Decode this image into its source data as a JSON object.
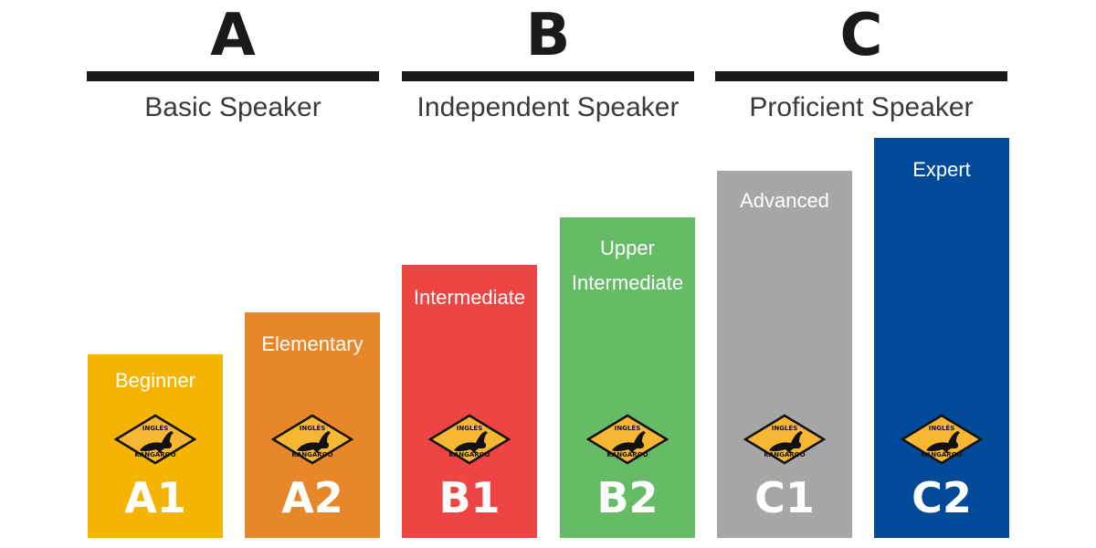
{
  "groups": [
    {
      "letter": "A",
      "label": "Basic Speaker"
    },
    {
      "letter": "B",
      "label": "Independent Speaker"
    },
    {
      "letter": "C",
      "label": "Proficient Speaker"
    }
  ],
  "logo": {
    "top_text": "INGLÉS",
    "bottom_text": "KANGAROO",
    "fill": "#f7b733"
  },
  "levels": [
    {
      "code": "A1",
      "name": "Beginner",
      "color": "#f5b400",
      "height_rank": 1
    },
    {
      "code": "A2",
      "name": "Elementary",
      "color": "#e8862a",
      "height_rank": 2
    },
    {
      "code": "B1",
      "name": "Intermediate",
      "color": "#ee4444",
      "height_rank": 3
    },
    {
      "code": "B2",
      "name_line1": "Upper",
      "name_line2": "Intermediate",
      "color": "#66bb66",
      "height_rank": 4
    },
    {
      "code": "C1",
      "name": "Advanced",
      "color": "#a6a6a6",
      "height_rank": 5
    },
    {
      "code": "C2",
      "name": "Expert",
      "color": "#004a99",
      "height_rank": 6
    }
  ]
}
